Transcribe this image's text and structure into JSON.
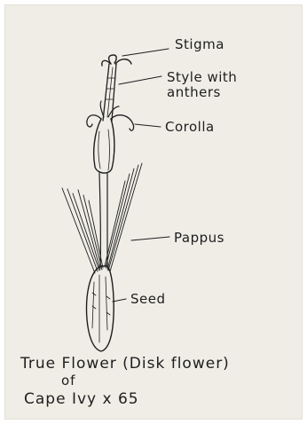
{
  "diagram": {
    "labels": {
      "stigma": "Stigma",
      "style_line1": "Style with",
      "style_line2": "anthers",
      "corolla": "Corolla",
      "pappus": "Pappus",
      "seed": "Seed"
    },
    "caption": {
      "line1": "True Flower (Disk flower)",
      "line2": "of",
      "line3": "Cape Ivy x 65"
    }
  },
  "colors": {
    "paper": "#efede6",
    "ink": "#1e1e1e"
  }
}
